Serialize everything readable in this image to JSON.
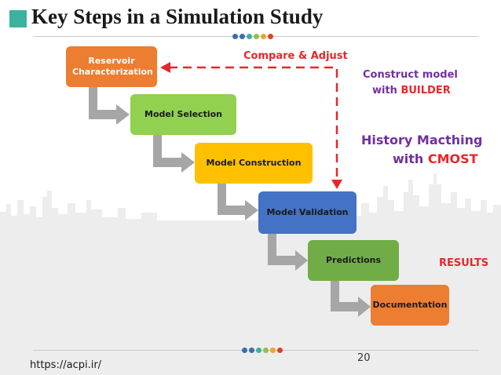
{
  "title": "Key Steps in a Simulation Study",
  "steps": [
    {
      "label": "Reservoir Characterization",
      "color": "#ed7d31"
    },
    {
      "label": "Model Selection",
      "color": "#92d050"
    },
    {
      "label": "Model Construction",
      "color": "#ffc000"
    },
    {
      "label": "Model Validation",
      "color": "#4472c4"
    },
    {
      "label": "Predictions",
      "color": "#70ad47"
    },
    {
      "label": "Documentation",
      "color": "#ed7d31"
    }
  ],
  "loop_label": "Compare & Adjust",
  "notes": {
    "construct_line1": "Construct model",
    "construct_with": "with",
    "construct_tool": "BUILDER",
    "history_line1": "History Macthing",
    "history_with": "with",
    "history_tool": "CMOST",
    "results": "RESULTS"
  },
  "footer": {
    "url": "https://acpi.ir/",
    "page_number": "20"
  },
  "colors": {
    "title_square": "#3bb1a0",
    "accent_red": "#e8262a",
    "accent_purple": "#7030a0",
    "arrow_gray": "#a6a6a6",
    "skyline": "#ededed"
  },
  "dots": [
    "#3e6eaa",
    "#3e6eaa",
    "#3bb1a0",
    "#8fc24a",
    "#f0a22e",
    "#d9432b"
  ]
}
